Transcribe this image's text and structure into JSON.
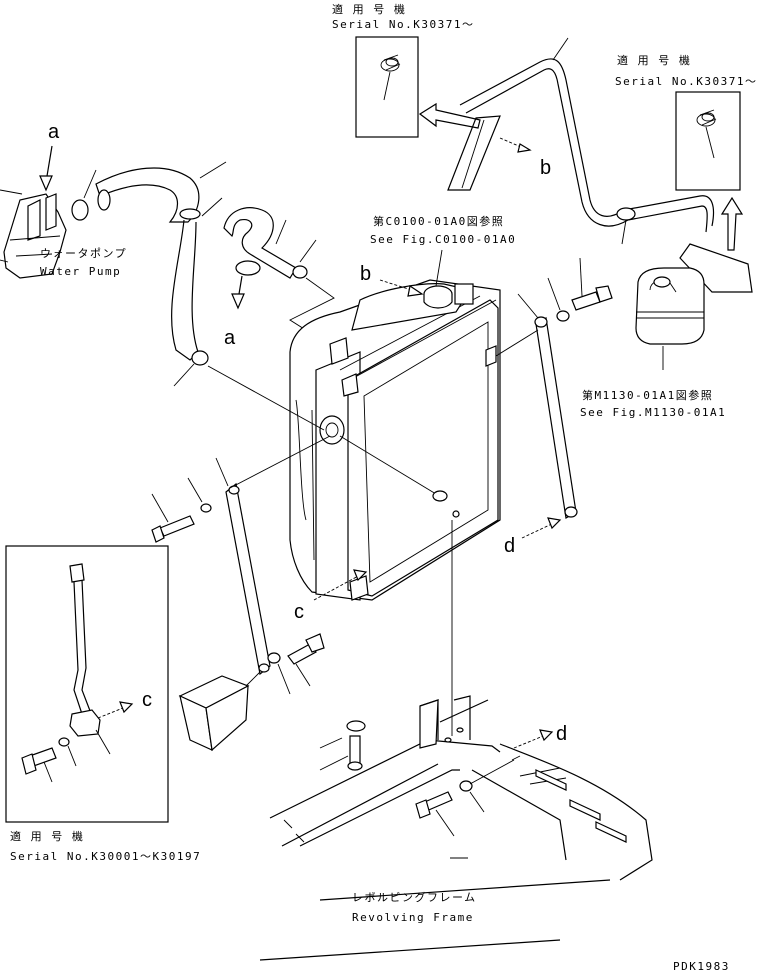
{
  "serial_notes": {
    "top_center": {
      "jp": "適 用 号 機",
      "en": "Serial No.K30371～"
    },
    "top_right": {
      "jp": "適 用 号 機",
      "en": "Serial No.K30371～"
    },
    "bottom_left": {
      "jp": "適 用 号 機",
      "en": "Serial No.K30001～K30197"
    }
  },
  "references": {
    "radiator_ref": {
      "jp": "第C0100-01A0図参照",
      "en": "See Fig.C0100-01A0"
    },
    "tank_ref": {
      "jp": "第M1130-01A1図参照",
      "en": "See Fig.M1130-01A1"
    }
  },
  "parts": {
    "water_pump": {
      "jp": "ウォータポンプ",
      "en": "Water Pump"
    },
    "revolving_frame": {
      "jp": "レボルビングフレーム",
      "en": "Revolving Frame"
    }
  },
  "callouts": {
    "a_top": "a",
    "a_mid": "a",
    "b_upper": "b",
    "b_cap": "b",
    "c_radiator": "c",
    "c_inset": "c",
    "d_stay": "d",
    "d_frame": "d"
  },
  "drawing_code": "PDK1983"
}
